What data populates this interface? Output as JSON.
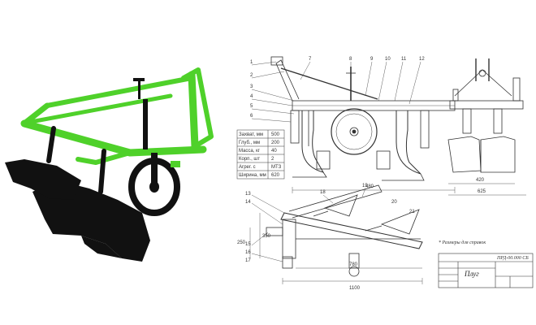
{
  "photo": {
    "frame_color": "#4fd12a",
    "blade_color": "#111111"
  },
  "drawing": {
    "line_color": "#333333",
    "callouts_top": [
      "1",
      "2",
      "3",
      "4",
      "5",
      "6",
      "7",
      "8",
      "9",
      "10",
      "11",
      "12"
    ],
    "callouts_left": [
      "13",
      "14",
      "15",
      "16",
      "17"
    ],
    "callouts_bottom": [
      "18",
      "19",
      "20",
      "21"
    ],
    "spec_table_rows": [
      {
        "name": "Захват, мм",
        "value": "500"
      },
      {
        "name": "Глуб., мм",
        "value": "200"
      },
      {
        "name": "Масса, кг",
        "value": "40"
      },
      {
        "name": "Корп., шт",
        "value": "2"
      },
      {
        "name": "Агрег. с",
        "value": "МТЗ"
      },
      {
        "name": "Ширина, мм",
        "value": "620"
      }
    ],
    "dims": {
      "side_bottom": "480",
      "rear_width": "625",
      "rear_inner": "420",
      "plan_total": "1100",
      "plan_left": "780",
      "plan_v1": "350",
      "plan_v2": "250"
    },
    "note": "* Размеры для справок",
    "title_block": {
      "code": "ПРД-00.000 СБ",
      "name": "Плуг"
    }
  }
}
